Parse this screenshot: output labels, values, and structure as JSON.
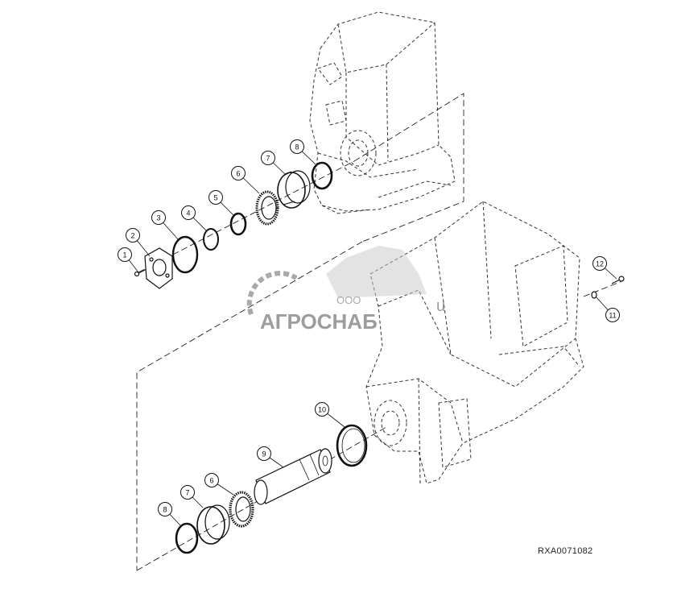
{
  "figure": {
    "code": "RXA0071082",
    "watermark": {
      "small_text": "ООО",
      "brand": "АГРОСНАБ",
      "suffix": "u"
    },
    "callouts": [
      "1",
      "2",
      "3",
      "4",
      "5",
      "6",
      "7",
      "8",
      "12",
      "11",
      "10",
      "9",
      "6",
      "7",
      "8"
    ]
  }
}
